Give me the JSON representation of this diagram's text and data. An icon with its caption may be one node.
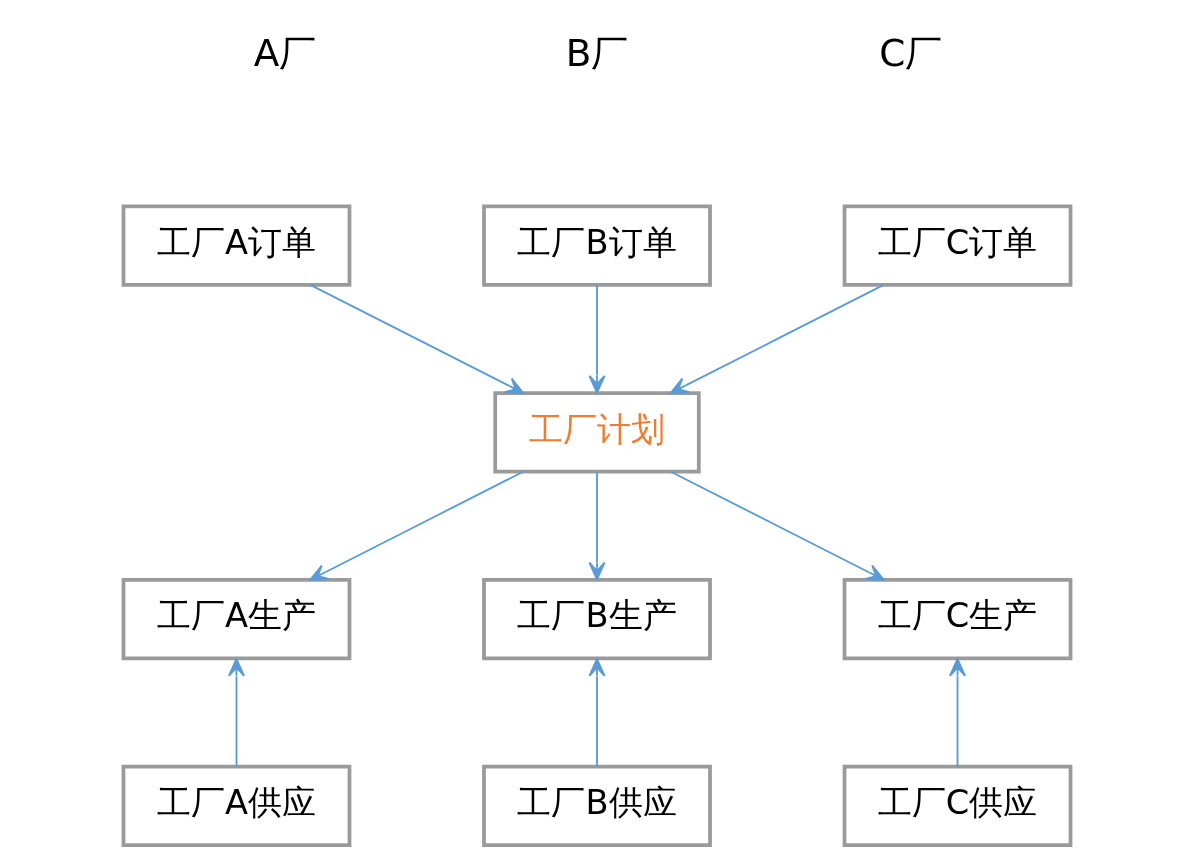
{
  "diagram": {
    "nodes": [
      {
        "text": [
          "工厂A订单"
        ]
      },
      {
        "text": [
          "工厂B订单"
        ]
      },
      {
        "text": [
          "工厂C订单"
        ]
      },
      {
        "text": [
          "工厂计划"
        ]
      },
      {
        "text": [
          "工厂A生产"
        ]
      },
      {
        "text": [
          "工厂B生产"
        ]
      },
      {
        "text": [
          "工厂C生产"
        ]
      },
      {
        "text": [
          "工厂A供应"
        ]
      },
      {
        "text": [
          "工厂B供应"
        ]
      },
      {
        "text": [
          "工厂C供应"
        ]
      }
    ],
    "edges": [
      {
        "from": 0,
        "to": 3,
        "arrow": "to"
      },
      {
        "from": 1,
        "to": 3,
        "arrow": "to"
      },
      {
        "from": 2,
        "to": 3,
        "arrow": "to"
      },
      {
        "from": 3,
        "to": 4,
        "arrow": "to"
      },
      {
        "from": 3,
        "to": 5,
        "arrow": "to"
      },
      {
        "from": 3,
        "to": 6,
        "arrow": "to"
      },
      {
        "from": 7,
        "to": 4,
        "arrow": "to"
      },
      {
        "from": 8,
        "to": 5,
        "arrow": "to"
      },
      {
        "from": 9,
        "to": 6,
        "arrow": "to"
      }
    ],
    "labels": [
      "A厂",
      "B厂",
      "C厂"
    ]
  }
}
